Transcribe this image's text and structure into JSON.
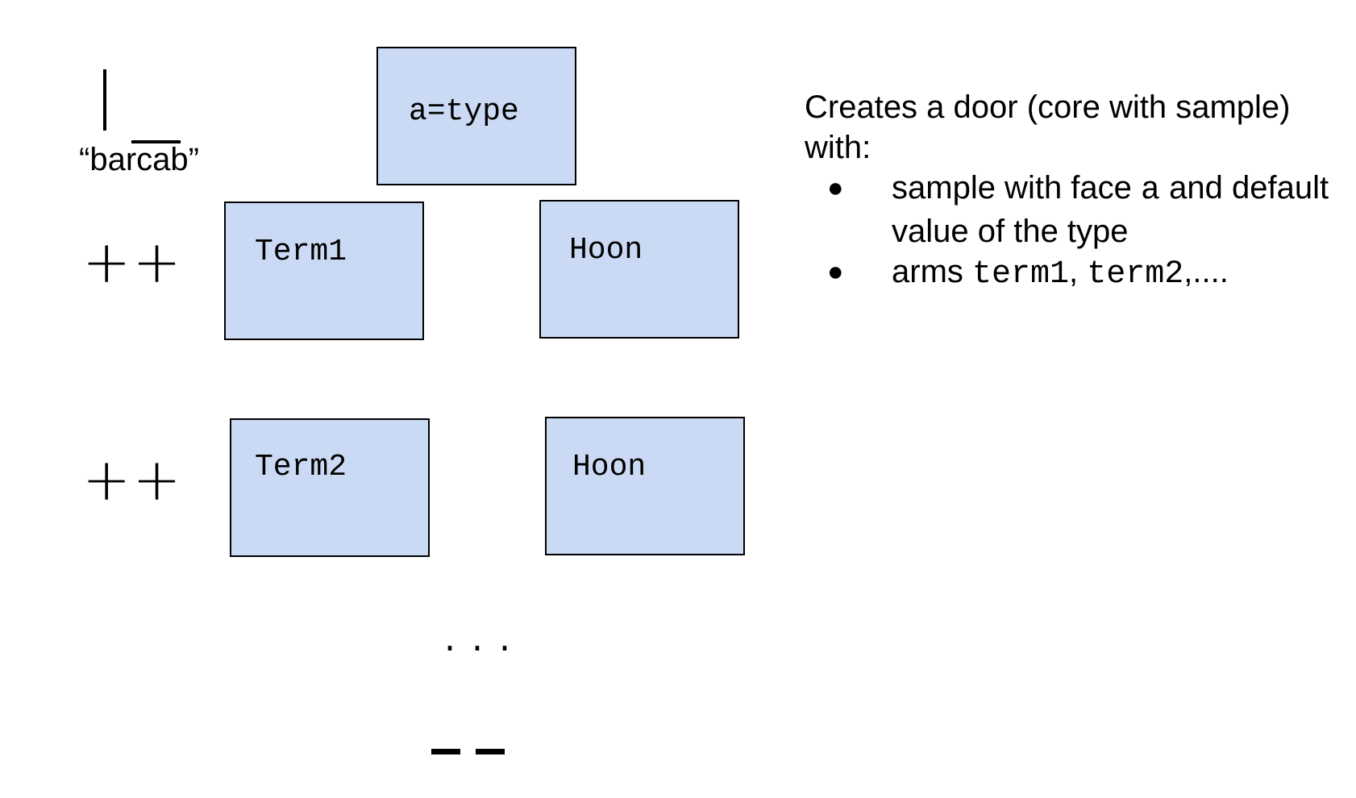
{
  "rune": {
    "name": "“barcab”"
  },
  "boxes": {
    "sample": "a=type",
    "arm1_term": "Term1",
    "arm1_hoon": "Hoon",
    "arm2_term": "Term2",
    "arm2_hoon": "Hoon"
  },
  "arm_marker": "++",
  "continuation": "...",
  "description": {
    "intro": "Creates a door (core with sample) with:",
    "bullet_symbol": "●",
    "item1_prefix": "sample with face ",
    "item1_code": "a",
    "item1_suffix": " and default value of the type",
    "item2_prefix": "arms ",
    "item2_code1": "term1",
    "item2_sep": ", ",
    "item2_code2": "term2",
    "item2_suffix": ",...."
  },
  "colors": {
    "box_fill": "#cbdaf4",
    "box_border": "#000000"
  }
}
